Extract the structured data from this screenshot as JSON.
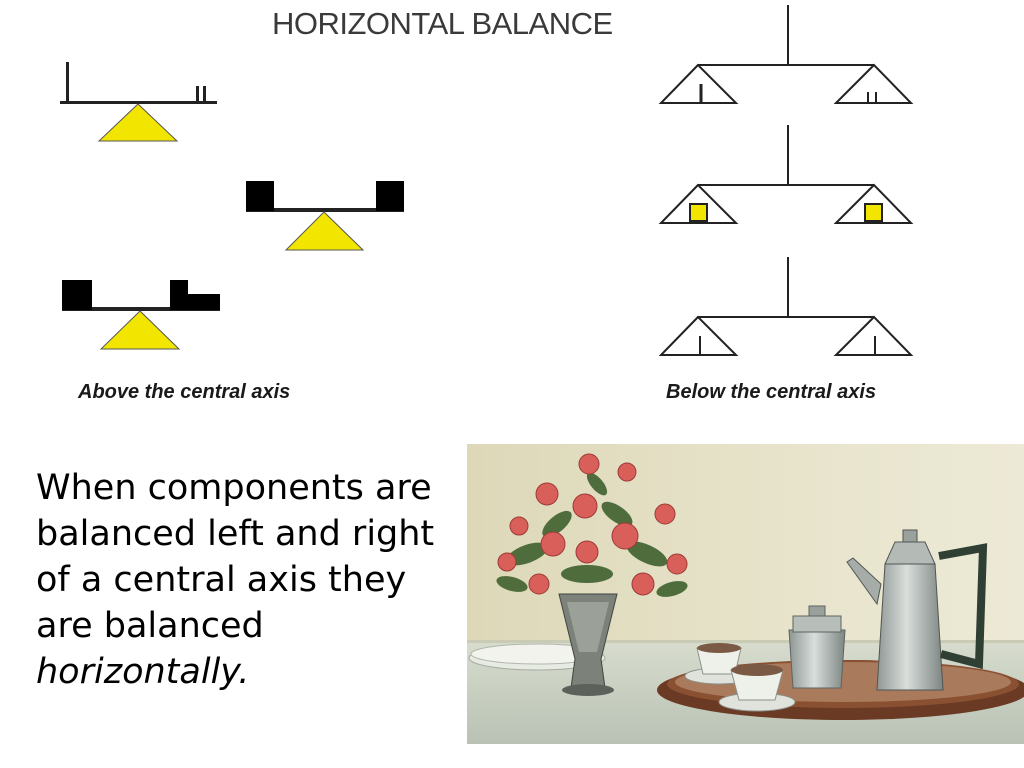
{
  "title": "HORIZONTAL BALANCE",
  "captions": {
    "above": "Above the central axis",
    "below": "Below the central axis"
  },
  "description": {
    "text": "When components are balanced left and right of a central axis they are balanced",
    "emphasis": "horizontally."
  },
  "colors": {
    "fulcrum": "#f2e600",
    "weight": "#000000",
    "line": "#222222",
    "marker": "#f2e600"
  }
}
